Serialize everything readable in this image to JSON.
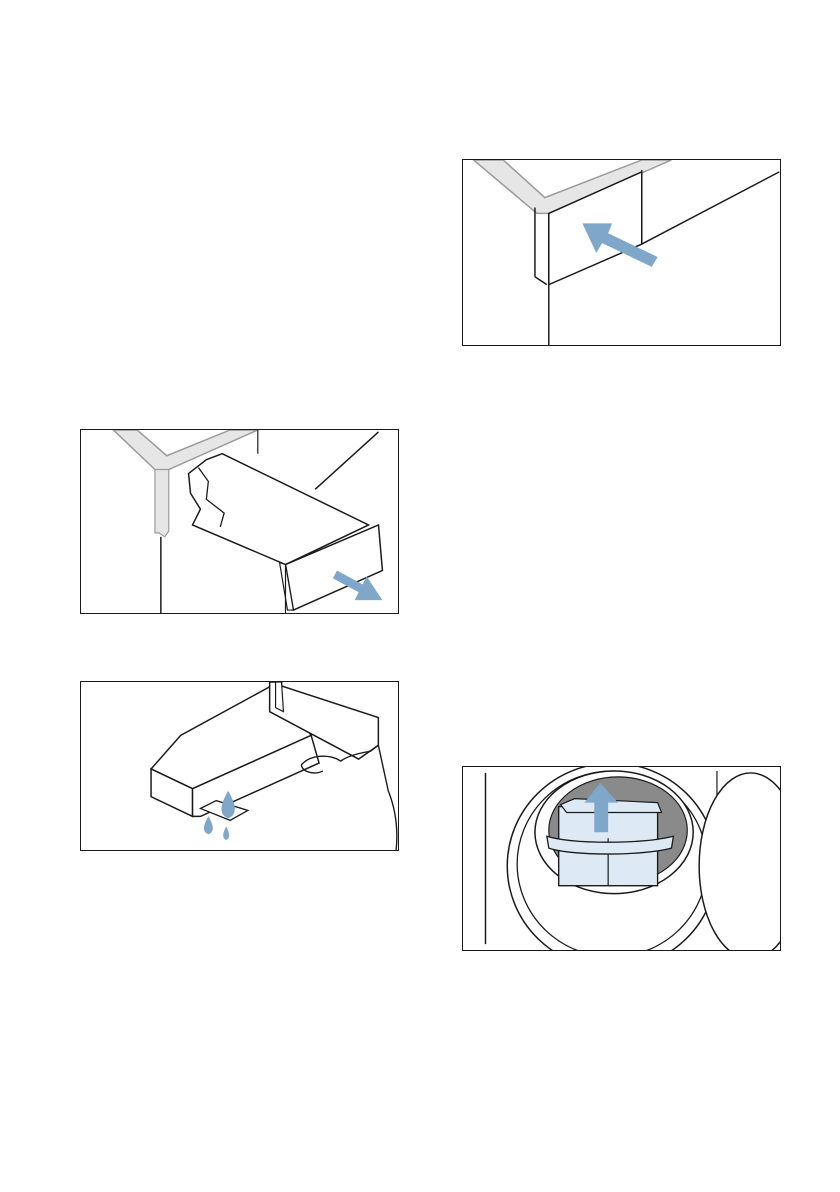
{
  "colors": {
    "arrow": "#7fa7c9",
    "water": "#7fa7c9",
    "frame_fill": "#e6e6e6",
    "frame_stroke": "#9a9a9a",
    "line": "#1a1a1a",
    "filter_fill": "#ddeaf5",
    "door_shadow": "#8a8a8a"
  },
  "figures": [
    {
      "id": "drawer-push",
      "icon": "push-in-arrow-icon"
    },
    {
      "id": "drawer-pull",
      "icon": "pull-out-arrow-icon"
    },
    {
      "id": "drawer-empty",
      "icon": "water-drops-icon"
    },
    {
      "id": "fluff-filter",
      "icon": "lift-up-arrow-icon"
    }
  ]
}
